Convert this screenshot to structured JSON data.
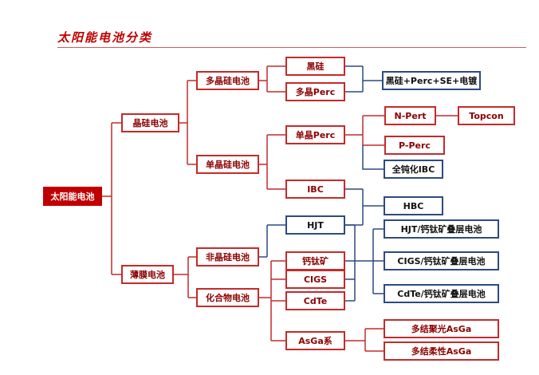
{
  "title": "太阳能电池分类",
  "colors": {
    "red": "#c42b2b",
    "blue": "#2e4a80",
    "title": "#c00000"
  },
  "nodes": {
    "root": "太阳能电池",
    "crystalline": "晶硅电池",
    "thinfilm": "薄膜电池",
    "poly": "多晶硅电池",
    "mono": "单晶硅电池",
    "amorphous": "非晶硅电池",
    "compound": "化合物电池",
    "black_si": "黑硅",
    "poly_perc": "多晶Perc",
    "mono_perc": "单晶Perc",
    "ibc": "IBC",
    "hjt": "HJT",
    "perovskite": "钙钛矿",
    "cigs": "CIGS",
    "cdte": "CdTe",
    "asga": "AsGa系",
    "black_perc_se": "黑硅+Perc+SE+电镀",
    "npert": "N-Pert",
    "topcon": "Topcon",
    "pperc": "P-Perc",
    "full_passivation_ibc": "全钝化IBC",
    "hbc": "HBC",
    "hjt_perovskite": "HJT/钙钛矿叠层电池",
    "cigs_perovskite": "CIGS/钙钛矿叠层电池",
    "cdte_perovskite": "CdTe/钙钛矿叠层电池",
    "multi_conc": "多结聚光AsGa",
    "multi_flex": "多结柔性AsGa"
  }
}
